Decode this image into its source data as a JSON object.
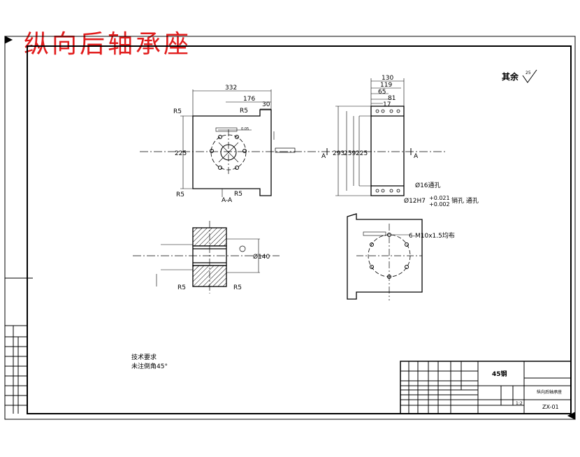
{
  "title": "纵向后轴承座",
  "roughness_note": "其余",
  "roughness_symbol": "25",
  "tech_requirements": {
    "heading": "技术要求",
    "line1": "未注倒角45°"
  },
  "front_view": {
    "dims": {
      "width_total": "332",
      "width_mid": "176",
      "width_small": "30",
      "height": "225",
      "r_top_left": "R5",
      "r_top_mid": "R5",
      "r_bottom_left": "R5",
      "r_bottom_mid": "R5"
    },
    "section_label": "A-A",
    "tolerance_note": "0.05"
  },
  "side_view": {
    "dims": {
      "w130": "130",
      "w119": "119",
      "w65": "65",
      "w81": "81",
      "w17": "17",
      "h293": "293",
      "h259": "259",
      "h225": "225"
    },
    "section_mark": "A",
    "hole_note_1": "Ø16通孔",
    "hole_note_2_prefix": "Ø12H7",
    "hole_tol_upper": "+0.021",
    "hole_tol_lower": "+0.002",
    "hole_note_2_suffix": "销孔 通孔"
  },
  "section_view": {
    "dim_diameter": "Ø140",
    "r_left": "R5",
    "r_right": "R5"
  },
  "bottom_view": {
    "thread_note": "6-M10x1.5均布"
  },
  "title_block": {
    "material": "45钢",
    "part_name": "纵向后轴承座",
    "drawing_no": "ZX-01",
    "scale_label": "1:2"
  }
}
